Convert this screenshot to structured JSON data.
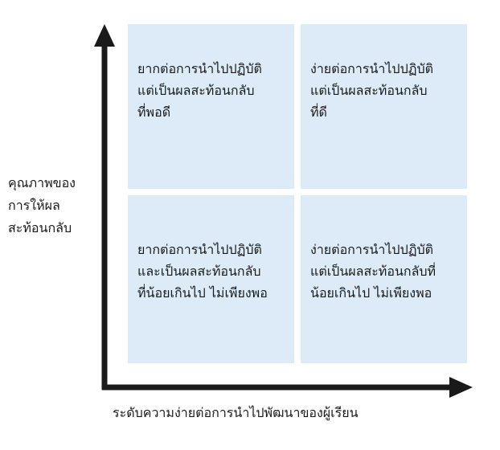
{
  "quadrants": {
    "top_left": "ยากต่อการนำไปปฏิบัติ\nแต่เป็นผลสะท้อนกลับ\nที่พอดี",
    "top_right": "ง่ายต่อการนำไปปฏิบัติ\nแต่เป็นผลสะท้อนกลับ\nที่ดี",
    "bottom_left": "ยากต่อการนำไปปฏิบัติ\nและเป็นผลสะท้อนกลับ\nที่น้อยเกินไป ไม่เพียงพอ",
    "bottom_right": "ง่ายต่อการนำไปปฏิบัติ\nแต่เป็นผลสะท้อนกลับที่\nน้อยเกินไป ไม่เพียงพอ"
  },
  "axes": {
    "y_label": "คุณภาพของ\nการให้ผล\nสะท้อนกลับ",
    "x_label": "ระดับความง่ายต่อการนำไปพัฒนาของผู้เรียน"
  },
  "colors": {
    "quadrant_fill": "#dcebf7",
    "axis": "#1a1a1a"
  }
}
